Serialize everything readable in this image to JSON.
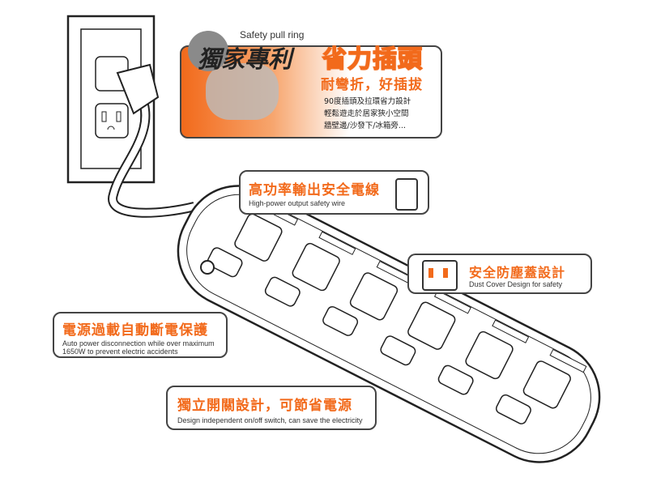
{
  "promo": {
    "safety_label": "Safety pull ring",
    "badge_text": "獨家專利",
    "headline": "省力插頭",
    "subheadline": "耐彎折，好插拔",
    "desc_lines": [
      "90度插頭及拉環省力設計",
      "輕鬆遊走於居家狹小空間",
      "牆壁邊/沙發下/冰箱旁..."
    ]
  },
  "callouts": {
    "wire": {
      "title": "高功率輸出安全電線",
      "subtitle": "High-power output safety wire"
    },
    "dust": {
      "title": "安全防塵蓋設計",
      "subtitle": "Dust Cover Design for safety"
    },
    "overload": {
      "title": "電源過載自動斷電保護",
      "subtitle_lines": [
        "Auto power disconnection while over maximum",
        "1650W to prevent electric accidents"
      ]
    },
    "switch": {
      "title": "獨立開關設計，可節省電源",
      "subtitle": "Design independent on/off switch, can save the electricity"
    }
  },
  "colors": {
    "accent": "#f26a1b",
    "outline": "#333333"
  }
}
